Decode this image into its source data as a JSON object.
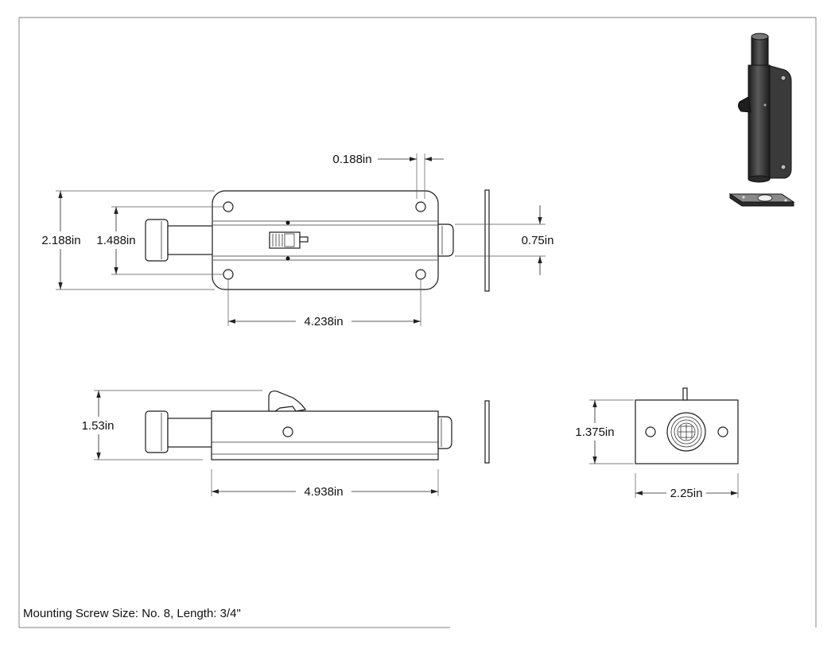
{
  "dimensions": {
    "top_view": {
      "hole_offset": "0.188in",
      "overall_height": "2.188in",
      "hole_spacing_vertical": "1.488in",
      "bolt_diameter": "0.75in",
      "hole_spacing_horizontal": "4.238in"
    },
    "side_view": {
      "height": "1.53in",
      "length": "4.938in"
    },
    "end_view": {
      "height": "1.375in",
      "width": "2.25in"
    }
  },
  "note": "Mounting Screw Size: No. 8, Length: 3/4\"",
  "colors": {
    "line": "#1a1a1a",
    "iso_dark": "#2b2b2b",
    "background": "#ffffff"
  }
}
